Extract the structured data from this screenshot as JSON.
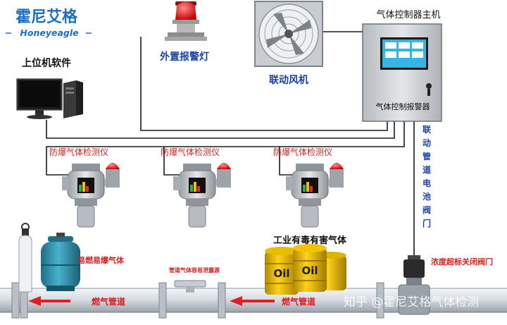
{
  "logo": {
    "chinese": "霍尼艾格",
    "english": "Honeyeagle"
  },
  "labels": {
    "host_software": "上位机软件",
    "external_alarm_light": "外置报警灯",
    "linked_fan": "联动风机",
    "controller_host": "气体控制器主机",
    "controller_plate": "气体控制报警器",
    "detector": "防爆气体检测仪",
    "linked_valve_vertical": "联动管道电池阀门",
    "flammable_gas": "易燃易爆气体",
    "pipe_note": "管道气体容易泄露源",
    "toxic_gas": "工业有毒有害气体",
    "shutoff_valve": "浓度超标关闭阀门",
    "gas_pipeline": "燃气管道",
    "oil": "Oil"
  },
  "watermark": "知乎 @霍尼艾格气体检测",
  "colors": {
    "logo_blue": "#1a6fc2",
    "label_blue": "#1a3fa8",
    "label_red": "#d81e1e",
    "pipe_arrow": "#e02020",
    "wire": "#1a1a1a"
  }
}
